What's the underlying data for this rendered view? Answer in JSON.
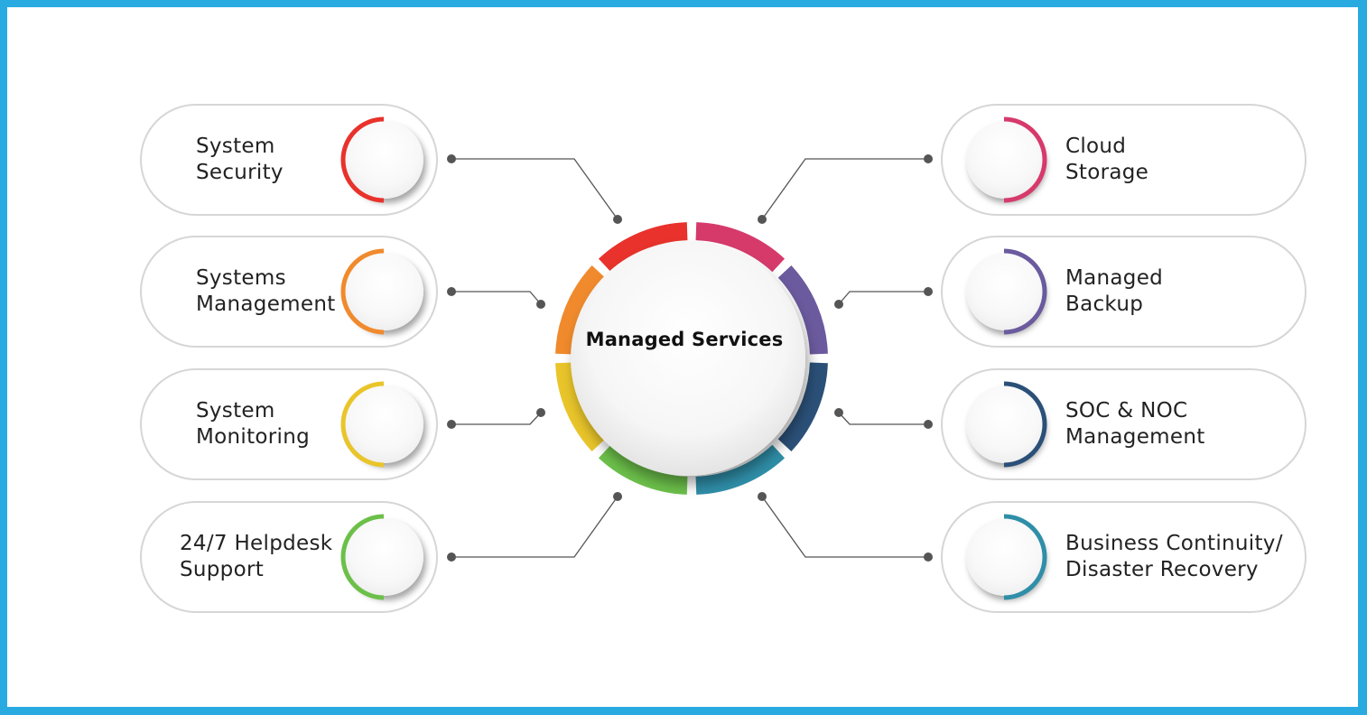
{
  "center": {
    "title": "Managed Services"
  },
  "services_left": [
    {
      "label": "System\nSecurity",
      "color": "#e8322b"
    },
    {
      "label": "Systems\nManagement",
      "color": "#f08a2c"
    },
    {
      "label": "System\nMonitoring",
      "color": "#e9c52a"
    },
    {
      "label": "24/7 Helpdesk\nSupport",
      "color": "#6cc04a"
    }
  ],
  "services_right": [
    {
      "label": "Cloud\nStorage",
      "color": "#d63a6b"
    },
    {
      "label": "Managed\nBackup",
      "color": "#6b5a9e"
    },
    {
      "label": "SOC & NOC\nManagement",
      "color": "#2b5078"
    },
    {
      "label": "Business Continuity/\nDisaster Recovery",
      "color": "#2f8ea8"
    }
  ],
  "colors": {
    "frame": "#29abe2",
    "connector": "#555555",
    "pill_border": "#d6d6d6"
  }
}
